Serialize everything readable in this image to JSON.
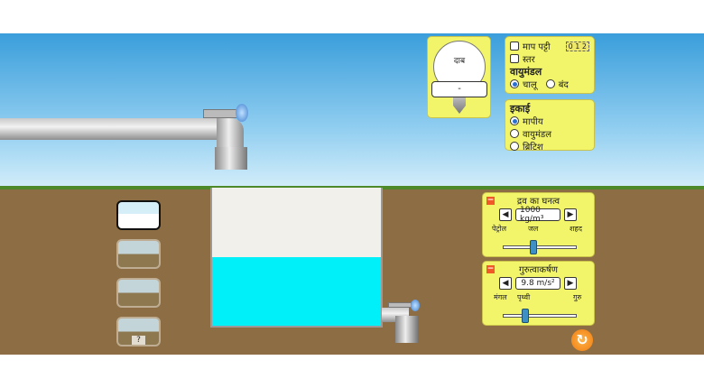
{
  "gauge": {
    "label": "दाब",
    "readout": "-"
  },
  "options": {
    "ruler_label": "माप पट्टी",
    "ruler_icon_text": "0 1 2",
    "grid_label": "स्तर",
    "atmosphere_title": "वायुमंडल",
    "atmosphere_on": "चालू",
    "atmosphere_off": "बंद",
    "atmosphere_selected": "on"
  },
  "units": {
    "title": "इकाई",
    "options": [
      "मापीय",
      "वायुमंडल",
      "ब्रिटिश"
    ],
    "selected": 0
  },
  "density": {
    "title": "द्रव का घनत्व",
    "value": "1000 kg/m³",
    "labels": [
      "पेट्रोल",
      "जल",
      "शहद"
    ],
    "fraction": 0.42
  },
  "gravity": {
    "title": "गुरुत्वाकर्षण",
    "value": "9.8 m/s²",
    "labels": [
      "मंगल",
      "पृथ्वी",
      "गुरु"
    ],
    "fraction": 0.3
  },
  "scenes": {
    "mystery_label": "?",
    "selected": 0
  },
  "colors": {
    "water": "#00f0fa",
    "panel": "#f2f56a",
    "ground": "#8d6e44"
  }
}
